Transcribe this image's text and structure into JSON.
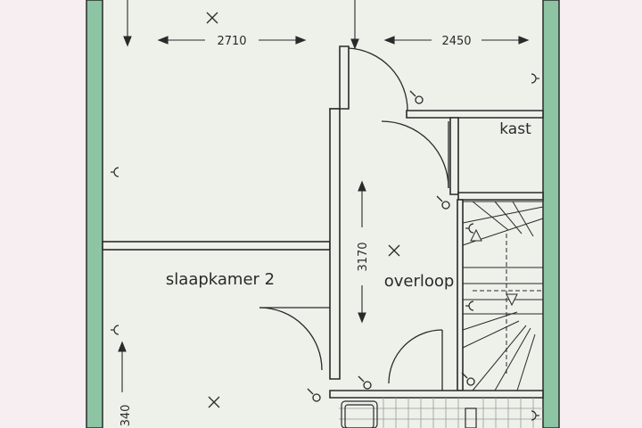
{
  "colors": {
    "page_background": "#f6eef0",
    "floor": "#eef0ea",
    "wall_fill": "#8cc4a4",
    "line": "#2a2a2a",
    "tile_line": "#9a9a9a"
  },
  "rooms": {
    "bedroom_2": "slaapkamer 2",
    "landing": "overloop",
    "closet": "kast"
  },
  "dimensions": {
    "top_left_width": "2710",
    "top_right_width": "2450",
    "landing_depth": "3170",
    "bedroom_2_depth": "340"
  },
  "symbols": {
    "ceiling_light": "ceiling-light-icon",
    "wall_outlet": "wall-outlet-icon",
    "light_switch": "light-switch-icon",
    "door_swing": "door-swing-icon",
    "staircase": "staircase-icon"
  }
}
